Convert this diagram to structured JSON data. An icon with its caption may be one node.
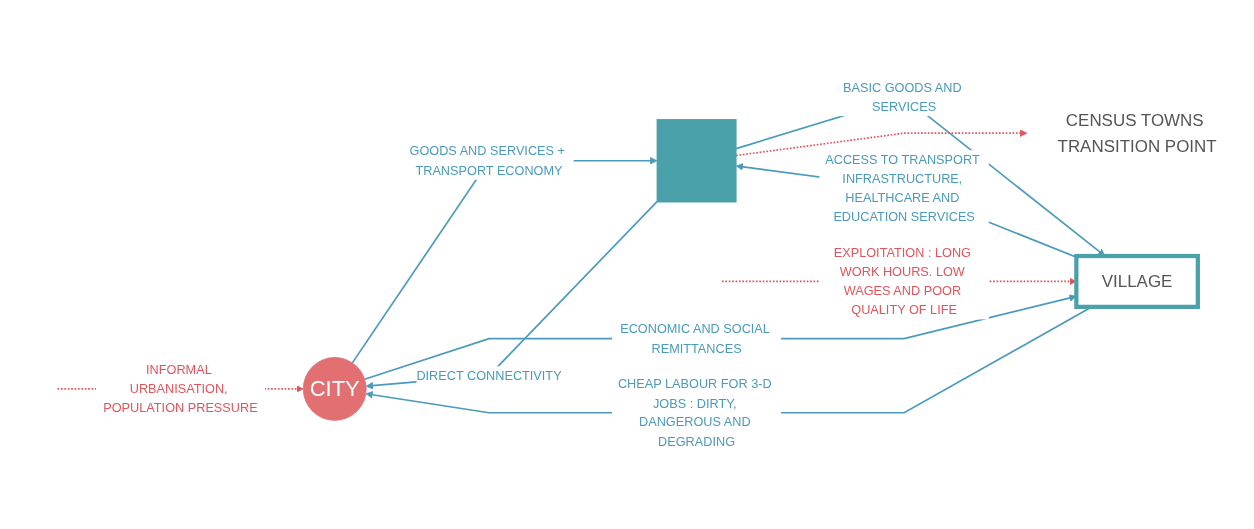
{
  "diagram": {
    "nodes": [
      {
        "text": [
          "CITY"
        ]
      },
      {
        "text": [],
        "shape": "box"
      },
      {
        "text": [
          "CENSUS TOWNS TRANSITION POINT"
        ]
      },
      {
        "text": [
          "VILLAGE"
        ]
      }
    ],
    "edges": [
      {
        "from": 3,
        "to": 0,
        "arrow": "to",
        "label": "CHEAP LABOUR FOR 3-D JOBS : DIRTY, DANGEROUS AND DEGRADING"
      },
      {
        "from": 1,
        "to": 0,
        "arrow": "to",
        "label": "DIRECT CONNECTIVITY"
      },
      {
        "from": 3,
        "to": 1,
        "arrow": "to",
        "label": "ACCESS TO TRANSPORT INFRASTRUCTURE, HEALTHCARE AND EDUCATION SERVICES"
      },
      {
        "from": 0,
        "to": 1,
        "arrow": "to",
        "label": "GOODS AND SERVICES + TRANSPORT ECONOMY"
      },
      {
        "from": 1,
        "to": 3,
        "arrow": "to",
        "label": "BASIC GOODS AND SERVICES"
      },
      {
        "from": 0,
        "to": 3,
        "arrow": "to",
        "label": "ECONOMIC AND SOCIAL REMITTANCES"
      },
      {
        "from": 1,
        "to": 2,
        "arrow": "to",
        "style": "dashed",
        "color": "#e0555c"
      },
      {
        "from": null,
        "to": 0,
        "arrow": "to",
        "style": "dashed",
        "color": "#e0555c",
        "label": "INFORMAL URBANISATION, POPULATION PRESSURE"
      },
      {
        "from": null,
        "to": 3,
        "arrow": "to",
        "style": "dashed",
        "color": "#e0555c",
        "label": "EXPLOITATION : LONG WORK HOURS. LOW WAGES AND POOR QUALITY OF LIFE"
      }
    ]
  }
}
